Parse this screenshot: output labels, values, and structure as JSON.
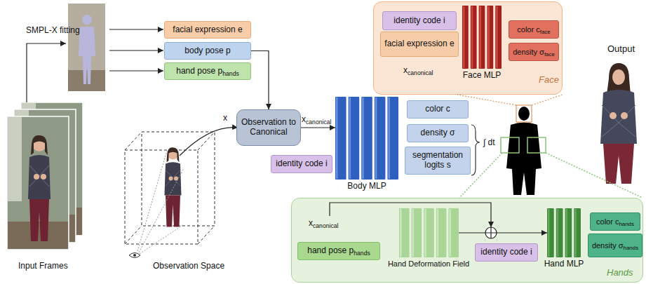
{
  "diagram": {
    "nodes": [
      {
        "text": [
          "facial expression e"
        ]
      },
      {
        "text": [
          "body pose p"
        ]
      },
      {
        "text": [
          "hand pose p",
          "hands"
        ]
      },
      {
        "text": [
          "Observation to Canonical"
        ]
      },
      {
        "text": [
          "identity code i"
        ]
      },
      {
        "text": [
          "Body MLP"
        ]
      },
      {
        "text": [
          "color c"
        ]
      },
      {
        "text": [
          "density σ"
        ]
      },
      {
        "text": [
          "segmentation logits s"
        ]
      },
      {
        "text": [
          "Face"
        ]
      },
      {
        "text": [
          "identity code i"
        ],
        "in": 9
      },
      {
        "text": [
          "facial expression e"
        ],
        "in": 9
      },
      {
        "text": [
          "Face MLP"
        ],
        "in": 9
      },
      {
        "text": [
          "color c",
          "face"
        ],
        "in": 9
      },
      {
        "text": [
          "density σ",
          "face"
        ],
        "in": 9
      },
      {
        "text": [
          "Hands"
        ]
      },
      {
        "text": [
          "hand pose p",
          "hands"
        ],
        "in": 15
      },
      {
        "text": [
          "Hand Deformation Field"
        ],
        "in": 15
      },
      {
        "text": [
          "identity code i"
        ],
        "in": 15
      },
      {
        "text": [
          "Hand MLP"
        ],
        "in": 15
      },
      {
        "text": [
          "color c",
          "hands"
        ],
        "in": 15
      },
      {
        "text": [
          "density σ",
          "hands"
        ],
        "in": 15
      }
    ],
    "edges": [
      {
        "from": 1,
        "to": 3,
        "arrow": "to"
      },
      {
        "from": 3,
        "to": 5,
        "arrow": "to"
      },
      {
        "from": 17,
        "to": 19,
        "arrow": "to"
      }
    ],
    "labels": [
      "SMPL-X fitting",
      "Input Frames",
      "Observation Space",
      "x",
      "x",
      "canonical",
      "∫ dt",
      "Output",
      "x",
      "canonical",
      "x",
      "canonical"
    ]
  }
}
